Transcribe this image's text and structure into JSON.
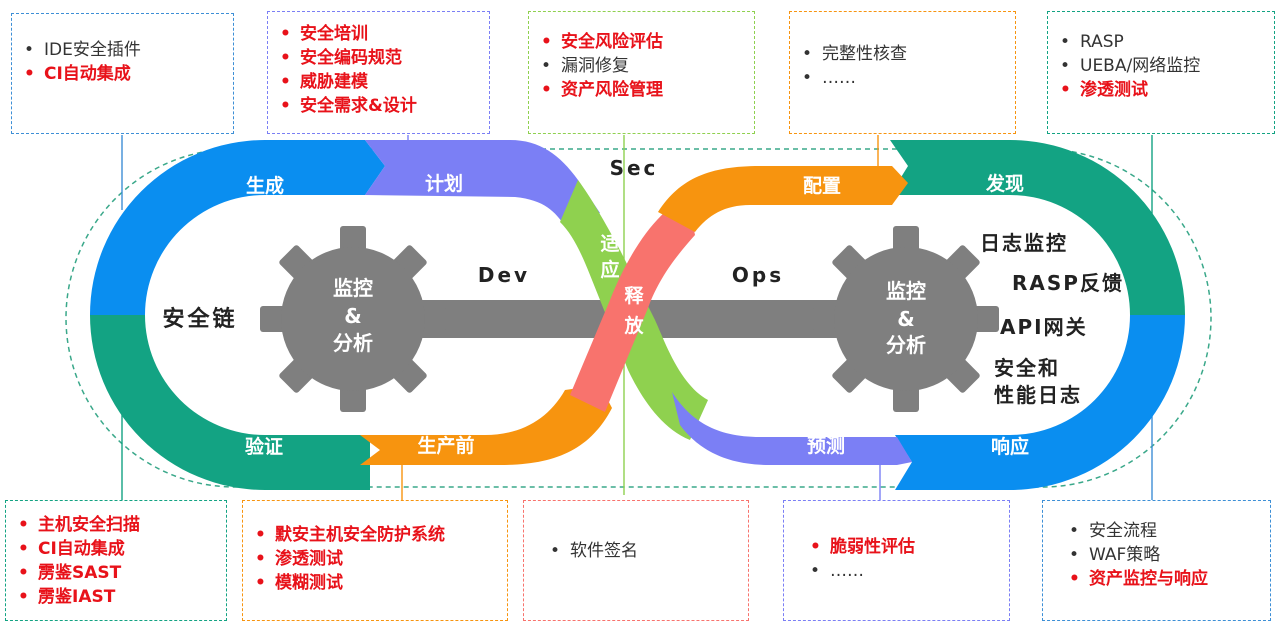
{
  "boxes": {
    "top": [
      {
        "items": [
          {
            "text": "IDE安全插件",
            "red": false
          },
          {
            "text": "CI自动集成",
            "red": true
          }
        ]
      },
      {
        "items": [
          {
            "text": "安全培训",
            "red": true
          },
          {
            "text": "安全编码规范",
            "red": true
          },
          {
            "text": "威胁建模",
            "red": true
          },
          {
            "text": "安全需求&设计",
            "red": true
          }
        ]
      },
      {
        "items": [
          {
            "text": "安全风险评估",
            "red": true
          },
          {
            "text": "漏洞修复",
            "red": false
          },
          {
            "text": "资产风险管理",
            "red": true
          }
        ]
      },
      {
        "items": [
          {
            "text": "完整性核查",
            "red": false
          },
          {
            "text": "……",
            "red": false
          }
        ]
      },
      {
        "items": [
          {
            "text": "RASP",
            "red": false
          },
          {
            "text": "UEBA/网络监控",
            "red": false
          },
          {
            "text": "渗透测试",
            "red": true
          }
        ]
      }
    ],
    "bottom": [
      {
        "items": [
          {
            "text": "主机安全扫描",
            "red": true
          },
          {
            "text": "CI自动集成",
            "red": true
          },
          {
            "text": "雳鉴SAST",
            "red": true
          },
          {
            "text": "雳鉴IAST",
            "red": true
          }
        ]
      },
      {
        "items": [
          {
            "text": "默安主机安全防护系统",
            "red": true
          },
          {
            "text": "渗透测试",
            "red": true
          },
          {
            "text": "模糊测试",
            "red": true
          }
        ]
      },
      {
        "items": [
          {
            "text": "软件签名",
            "red": false
          }
        ]
      },
      {
        "items": [
          {
            "text": "脆弱性评估",
            "red": true
          },
          {
            "text": "……",
            "red": false
          }
        ]
      },
      {
        "items": [
          {
            "text": "安全流程",
            "red": false
          },
          {
            "text": "WAF策略",
            "red": false
          },
          {
            "text": "资产监控与响应",
            "red": true
          }
        ]
      }
    ]
  },
  "segments": {
    "shengcheng": "生成",
    "jihua": "计划",
    "shiying_1": "适",
    "shiying_2": "应",
    "shifang_1": "释",
    "shifang_2": "放",
    "peizhi": "配置",
    "faxian": "发现",
    "xiangying": "响应",
    "yuce": "预测",
    "shengchanqian": "生产前",
    "yanzheng": "验证"
  },
  "labels": {
    "sec": "Sec",
    "dev": "Dev",
    "ops": "Ops",
    "anquanlian": "安全链"
  },
  "gears": {
    "left": {
      "line1": "监控",
      "line2": "&",
      "line3": "分析"
    },
    "right": {
      "line1": "监控",
      "line2": "&",
      "line3": "分析"
    }
  },
  "right_list": {
    "l1": "日志监控",
    "l2": "RASP反馈",
    "l3": "API网关",
    "l4": "安全和",
    "l5": "性能日志"
  },
  "colors": {
    "blue": "#0a8ef0",
    "teal": "#13a383",
    "purple": "#7b7ff5",
    "orange": "#f7940f",
    "green": "#8fd14f",
    "salmon": "#f8736d",
    "gear": "#7f7f7f",
    "red_text": "#e8121a"
  }
}
